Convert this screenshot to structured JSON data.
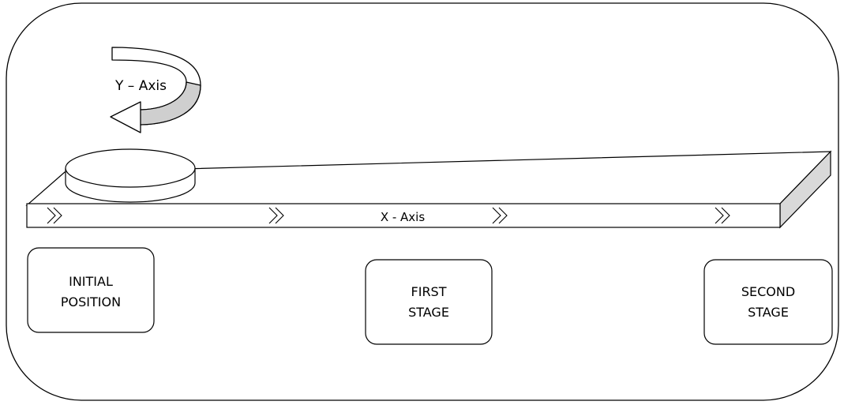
{
  "axes": {
    "rotation_label": "Y – Axis",
    "travel_label": "X - Axis"
  },
  "stages": [
    {
      "line1": "INITIAL",
      "line2": "POSITION"
    },
    {
      "line1": "FIRST",
      "line2": "STAGE"
    },
    {
      "line1": "SECOND",
      "line2": "STAGE"
    }
  ],
  "colors": {
    "stroke": "#000000",
    "background": "#ffffff",
    "rail_side_shade": "#d9d9d9",
    "arrow_fill": "#ffffff"
  },
  "icons": {
    "rotation": "curved-arrow-icon",
    "direction": "double-chevron-right-icon"
  }
}
